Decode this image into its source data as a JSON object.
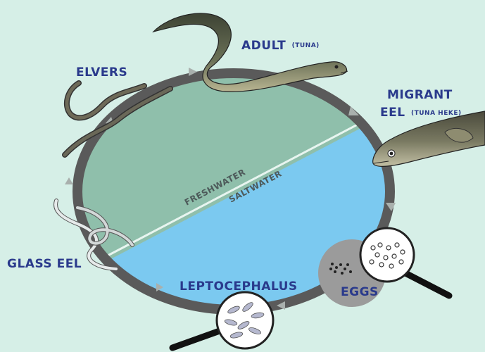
{
  "colors": {
    "background": "#d6efe7",
    "freshwater": "#8fbfab",
    "saltwater": "#7bc9f0",
    "ring": "#5a5a5a",
    "label": "#2a3a8c"
  },
  "zones": {
    "freshwater": "FRESHWATER",
    "saltwater": "SALTWATER"
  },
  "stages": {
    "adult": {
      "name": "ADULT",
      "maori": "(TUNA)"
    },
    "migrant": {
      "line1": "MIGRANT",
      "line2": "EEL",
      "maori": "(TUNA HEKE)"
    },
    "eggs": {
      "name": "EGGS"
    },
    "leptocephalus": {
      "name": "LEPTOCEPHALUS"
    },
    "glass_eel": {
      "name": "GLASS EEL"
    },
    "elvers": {
      "name": "ELVERS"
    }
  },
  "icons": [
    "magnifier-icon",
    "arrow-icon",
    "eel-icon"
  ]
}
